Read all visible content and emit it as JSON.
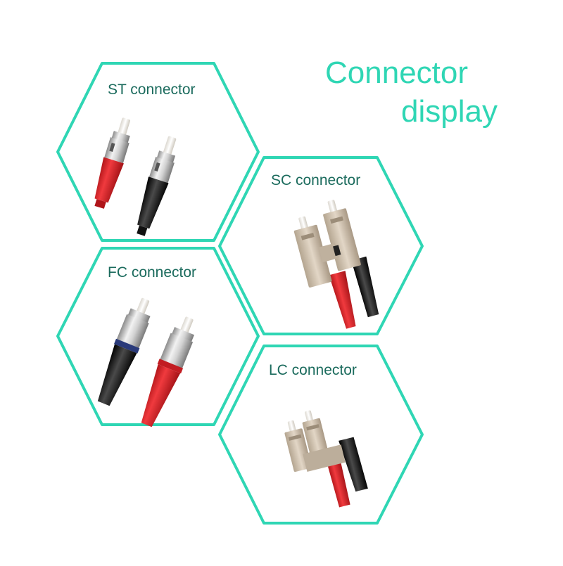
{
  "heading": {
    "line1": "Connector",
    "line2": "display"
  },
  "hexagons": [
    {
      "id": "st",
      "label": "ST connector"
    },
    {
      "id": "sc",
      "label": "SC connector"
    },
    {
      "id": "fc",
      "label": "FC connector"
    },
    {
      "id": "lc",
      "label": "LC connector"
    }
  ],
  "colors": {
    "accent": "#2fd6b4",
    "label_text": "#1b6b5d",
    "red_boot": "#e0262b",
    "black_boot": "#1a1a1a",
    "metal": "#c9c9c9",
    "beige_housing": "#cdbfae"
  }
}
